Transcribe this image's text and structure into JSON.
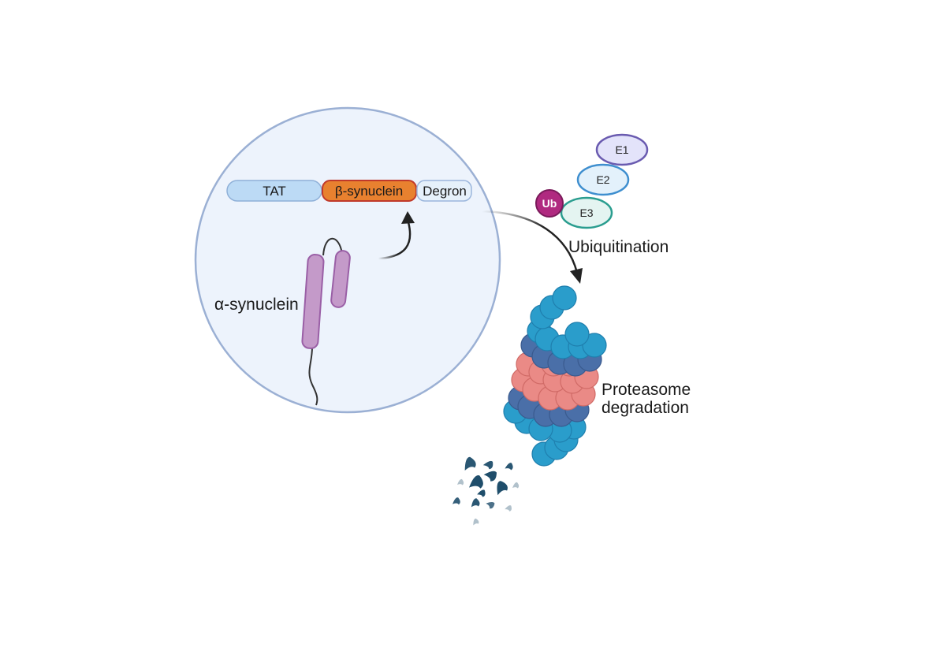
{
  "construct": {
    "tat": "TAT",
    "beta_synuclein": "β-synuclein",
    "degron": "Degron"
  },
  "alpha_synuclein_label": "α-synuclein",
  "enzymes": {
    "e1": "E1",
    "e2": "E2",
    "e3": "E3",
    "ub": "Ub"
  },
  "ubiquitination_label": "Ubiquitination",
  "proteasome_label": [
    "Proteasome",
    "degradation"
  ],
  "colors": {
    "cell_fill": "#edf3fc",
    "cell_stroke": "#9bb0d4",
    "tat_fill": "#bcdaf5",
    "beta_fill": "#e8812f",
    "beta_stroke": "#c0392b",
    "degron_fill": "#e6f1fb",
    "helix_fill": "#c49ac9",
    "helix_stroke": "#9a5fa6",
    "e1_fill": "#e3e3fa",
    "e1_stroke": "#6a5bb0",
    "e2_fill": "#e3f1fb",
    "e2_stroke": "#3f8fcf",
    "e3_fill": "#e4f4f1",
    "e3_stroke": "#2a9d8f",
    "ub_fill": "#b02a80",
    "proteasome_cap": "#2a9dcb",
    "proteasome_ring": "#4a6fa8",
    "proteasome_core": "#ea8a86",
    "fragment": "#1f4e6b"
  }
}
